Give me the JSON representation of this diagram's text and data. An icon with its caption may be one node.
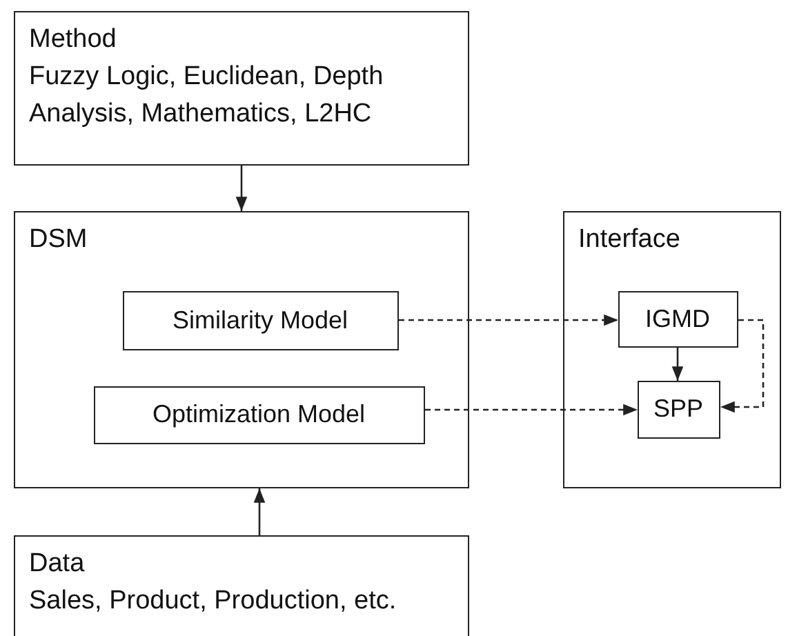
{
  "diagram": {
    "nodes": [
      {
        "text": [
          "Method",
          "Fuzzy Logic, Euclidean, Depth Analysis, Mathematics, L2HC"
        ]
      },
      {
        "text": [
          "DSM"
        ]
      },
      {
        "text": [
          "Similarity Model"
        ],
        "in": 1
      },
      {
        "text": [
          "Optimization Model"
        ],
        "in": 1
      },
      {
        "text": [
          "Interface"
        ]
      },
      {
        "text": [
          "IGMD"
        ],
        "in": 4
      },
      {
        "text": [
          "SPP"
        ],
        "in": 4
      },
      {
        "text": [
          "Data",
          "Sales, Product, Production, etc."
        ]
      }
    ],
    "edges": [
      {
        "from": 0,
        "to": 1,
        "arrow": "to"
      },
      {
        "from": 7,
        "to": 1,
        "arrow": "to"
      },
      {
        "from": 2,
        "to": 5,
        "arrow": "to",
        "style": "dashed"
      },
      {
        "from": 3,
        "to": 6,
        "arrow": "to",
        "style": "dashed"
      },
      {
        "from": 5,
        "to": 6,
        "arrow": "to"
      },
      {
        "from": 5,
        "to": 6,
        "arrow": "to",
        "style": "dashed"
      }
    ]
  }
}
